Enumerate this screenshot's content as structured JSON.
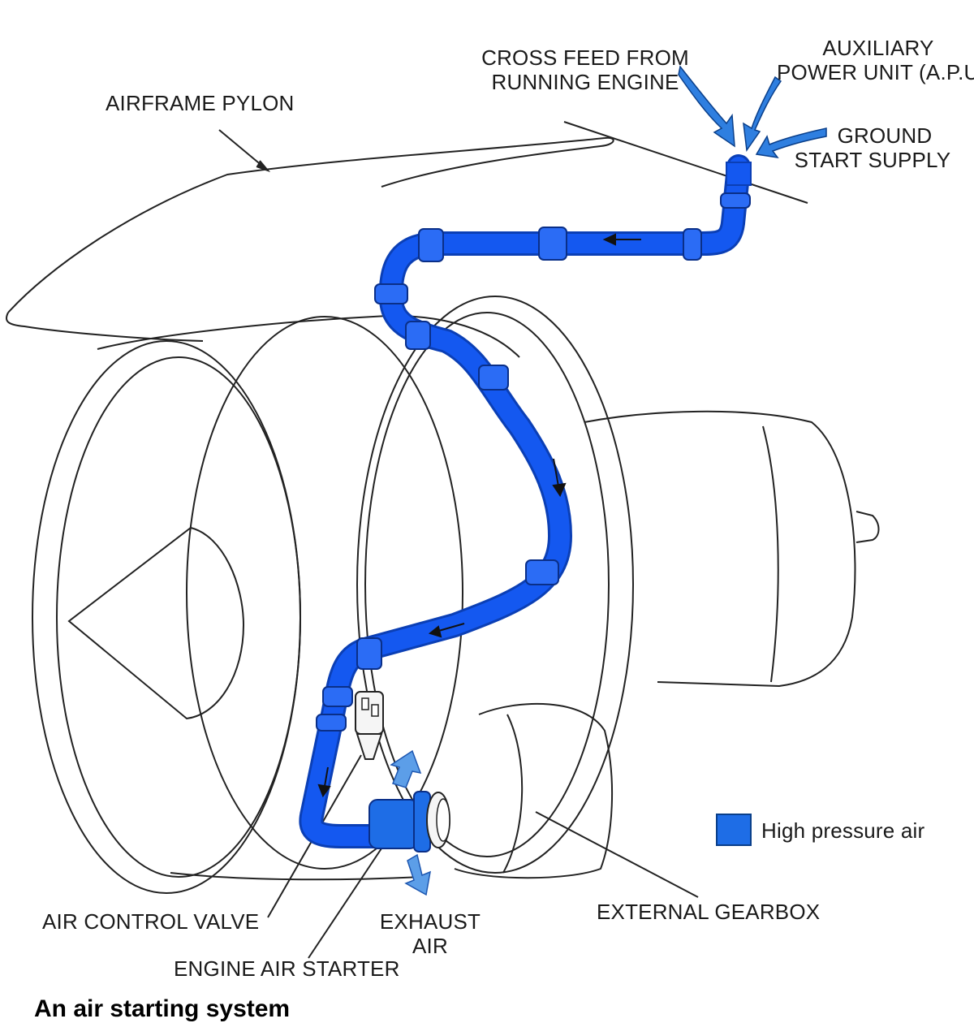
{
  "labels": {
    "airframe_pylon": "AIRFRAME PYLON",
    "cross_feed_line1": "CROSS FEED FROM",
    "cross_feed_line2": "RUNNING ENGINE",
    "apu_line1": "AUXILIARY",
    "apu_line2": "POWER UNIT (A.P.U",
    "ground_line1": "GROUND",
    "ground_line2": "START SUPPLY",
    "air_control_valve": "AIR CONTROL VALVE",
    "exhaust_line1": "EXHAUST",
    "exhaust_line2": "AIR",
    "engine_air_starter": "ENGINE AIR STARTER",
    "external_gearbox": "EXTERNAL GEARBOX"
  },
  "legend": {
    "label": "High pressure air",
    "color": "#1e6de6"
  },
  "caption": "An air starting system",
  "colors": {
    "pipe": "#1458f0",
    "pipe_dark": "#0b3fb5",
    "line": "#222222"
  }
}
